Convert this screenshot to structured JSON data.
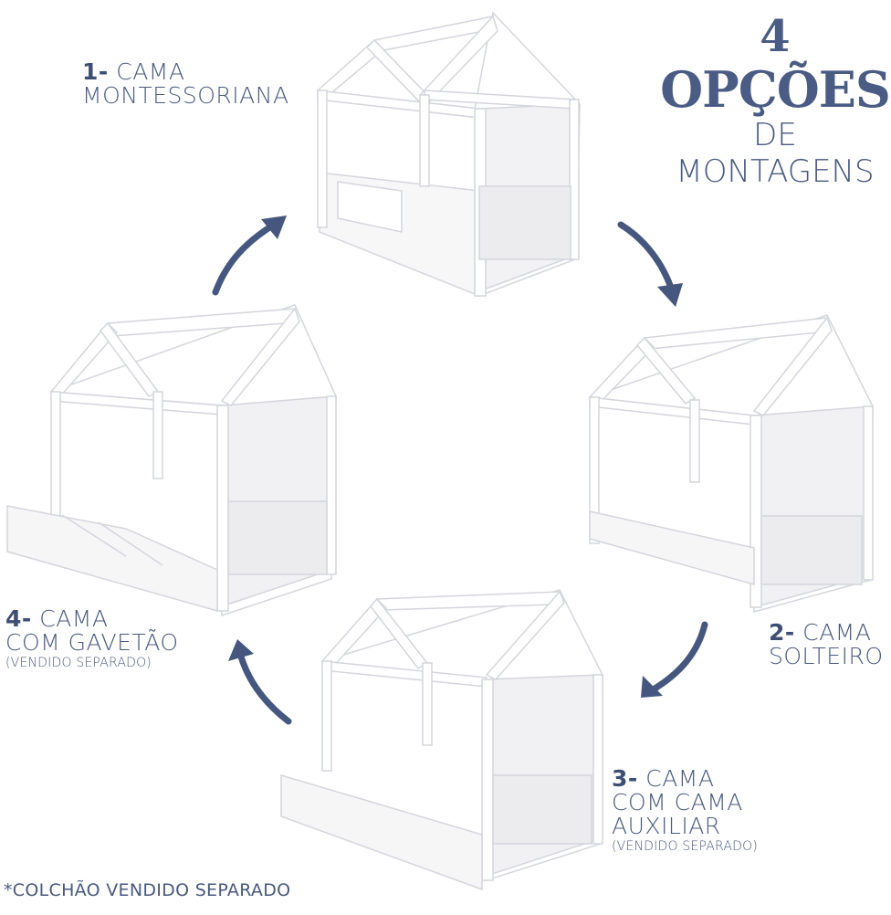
{
  "headline": {
    "number": "4",
    "title": "OPÇÕES",
    "line3": "DE",
    "line4": "MONTAGENS"
  },
  "options": [
    {
      "num": "1-",
      "line1": "CAMA",
      "line2": "MONTESSORIANA",
      "note": ""
    },
    {
      "num": "2-",
      "line1": "CAMA",
      "line2": "SOLTEIRO",
      "note": ""
    },
    {
      "num": "3-",
      "line1": "CAMA",
      "line2": "COM CAMA",
      "line3": "AUXILIAR",
      "note": "(VENDIDO SEPARADO)"
    },
    {
      "num": "4-",
      "line1": "CAMA",
      "line2": "COM GAVETÃO",
      "note": "(VENDIDO SEPARADO)"
    }
  ],
  "footnote": "*COLCHÃO VENDIDO SEPARADO",
  "colors": {
    "text": "#4a5a7e",
    "arrow": "#46577f",
    "bed_white": "#ffffff",
    "bed_shade": "#e9e9ec"
  }
}
